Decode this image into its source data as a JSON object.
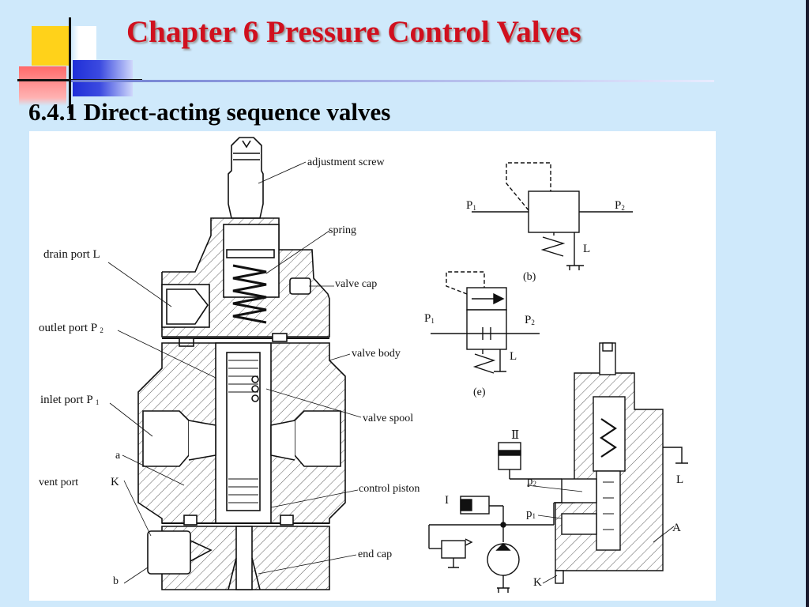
{
  "slide": {
    "title": "Chapter 6 Pressure Control Valves",
    "subtitle": "6.4.1 Direct-acting sequence valves",
    "colors": {
      "background": "#cfe9fb",
      "title": "#d0101e"
    }
  },
  "left_figure": {
    "labels": {
      "adjustment_screw": "adjustment screw",
      "spring": "spring",
      "drain_port": "drain port L",
      "valve_cap": "valve cap",
      "outlet_port": "outlet port P",
      "outlet_port_sub": "2",
      "valve_body": "valve body",
      "inlet_port": "inlet port P",
      "inlet_port_sub": "1",
      "valve_spool": "valve spool",
      "a": "a",
      "vent_port": "vent port",
      "K": "K",
      "control_piston": "control piston",
      "end_cap": "end cap",
      "b": "b"
    }
  },
  "symbol_b": {
    "P": "P",
    "P1_sub": "1",
    "P2_sub": "2",
    "L": "L",
    "caption": "(b)"
  },
  "symbol_e": {
    "P": "P",
    "P1_sub": "1",
    "P2_sub": "2",
    "L": "L",
    "caption": "(e)"
  },
  "circuit": {
    "II": "Ⅱ",
    "I": "I",
    "p": "p",
    "p2_sub": "2",
    "p1_sub": "1",
    "L": "L",
    "A": "A",
    "K": "K"
  }
}
